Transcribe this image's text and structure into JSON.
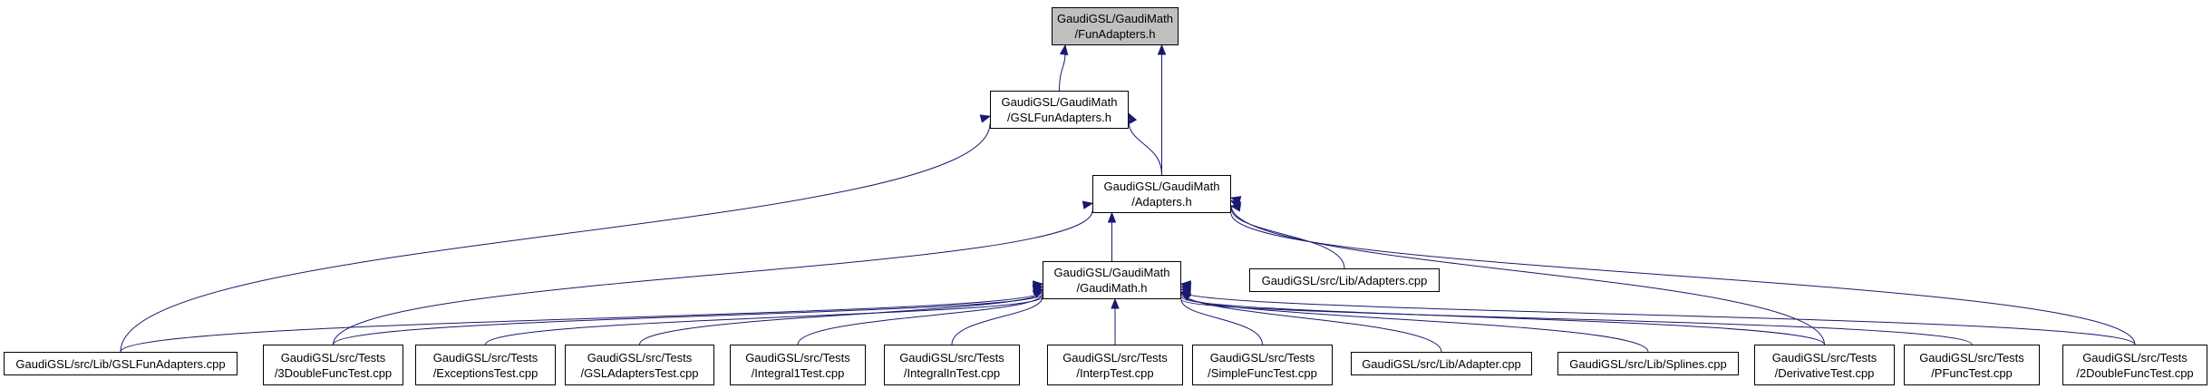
{
  "graph": {
    "edge_color": "#191970",
    "root_fill": "#bfbfbf",
    "nodes": [
      {
        "id": "funadapters_h",
        "lines": [
          "GaudiGSL/GaudiMath",
          "/FunAdapters.h"
        ],
        "root": true
      },
      {
        "id": "gslfunadapters_h",
        "lines": [
          "GaudiGSL/GaudiMath",
          "/GSLFunAdapters.h"
        ]
      },
      {
        "id": "adapters_h",
        "lines": [
          "GaudiGSL/GaudiMath",
          "/Adapters.h"
        ]
      },
      {
        "id": "gaudimath_h",
        "lines": [
          "GaudiGSL/GaudiMath",
          "/GaudiMath.h"
        ]
      },
      {
        "id": "adapters_cpp",
        "lines": [
          "GaudiGSL/src/Lib/Adapters.cpp"
        ]
      },
      {
        "id": "gslfunadapters_cpp",
        "lines": [
          "GaudiGSL/src/Lib/GSLFunAdapters.cpp"
        ]
      },
      {
        "id": "t3doublefunc",
        "lines": [
          "GaudiGSL/src/Tests",
          "/3DoubleFuncTest.cpp"
        ]
      },
      {
        "id": "texceptions",
        "lines": [
          "GaudiGSL/src/Tests",
          "/ExceptionsTest.cpp"
        ]
      },
      {
        "id": "tgsladapters",
        "lines": [
          "GaudiGSL/src/Tests",
          "/GSLAdaptersTest.cpp"
        ]
      },
      {
        "id": "tintegral1",
        "lines": [
          "GaudiGSL/src/Tests",
          "/Integral1Test.cpp"
        ]
      },
      {
        "id": "tintegralin",
        "lines": [
          "GaudiGSL/src/Tests",
          "/IntegralInTest.cpp"
        ]
      },
      {
        "id": "tinterp",
        "lines": [
          "GaudiGSL/src/Tests",
          "/InterpTest.cpp"
        ]
      },
      {
        "id": "tsimplefunc",
        "lines": [
          "GaudiGSL/src/Tests",
          "/SimpleFuncTest.cpp"
        ]
      },
      {
        "id": "adapter_cpp",
        "lines": [
          "GaudiGSL/src/Lib/Adapter.cpp"
        ]
      },
      {
        "id": "splines_cpp",
        "lines": [
          "GaudiGSL/src/Lib/Splines.cpp"
        ]
      },
      {
        "id": "tderivative",
        "lines": [
          "GaudiGSL/src/Tests",
          "/DerivativeTest.cpp"
        ]
      },
      {
        "id": "tpfunc",
        "lines": [
          "GaudiGSL/src/Tests",
          "/PFuncTest.cpp"
        ]
      },
      {
        "id": "t2doublefunc",
        "lines": [
          "GaudiGSL/src/Tests",
          "/2DoubleFuncTest.cpp"
        ]
      }
    ],
    "edges": [
      [
        "gslfunadapters_h",
        "funadapters_h"
      ],
      [
        "adapters_h",
        "funadapters_h"
      ],
      [
        "adapters_h",
        "gslfunadapters_h"
      ],
      [
        "gslfunadapters_cpp",
        "gslfunadapters_h"
      ],
      [
        "gaudimath_h",
        "adapters_h"
      ],
      [
        "adapters_cpp",
        "adapters_h"
      ],
      [
        "t3doublefunc",
        "adapters_h"
      ],
      [
        "t2doublefunc",
        "adapters_h"
      ],
      [
        "tderivative",
        "adapters_h"
      ],
      [
        "gslfunadapters_cpp",
        "gaudimath_h"
      ],
      [
        "t3doublefunc",
        "gaudimath_h"
      ],
      [
        "texceptions",
        "gaudimath_h"
      ],
      [
        "tgsladapters",
        "gaudimath_h"
      ],
      [
        "tintegral1",
        "gaudimath_h"
      ],
      [
        "tintegralin",
        "gaudimath_h"
      ],
      [
        "tinterp",
        "gaudimath_h"
      ],
      [
        "tsimplefunc",
        "gaudimath_h"
      ],
      [
        "adapter_cpp",
        "gaudimath_h"
      ],
      [
        "splines_cpp",
        "gaudimath_h"
      ],
      [
        "tderivative",
        "gaudimath_h"
      ],
      [
        "tpfunc",
        "gaudimath_h"
      ],
      [
        "t2doublefunc",
        "gaudimath_h"
      ]
    ]
  }
}
